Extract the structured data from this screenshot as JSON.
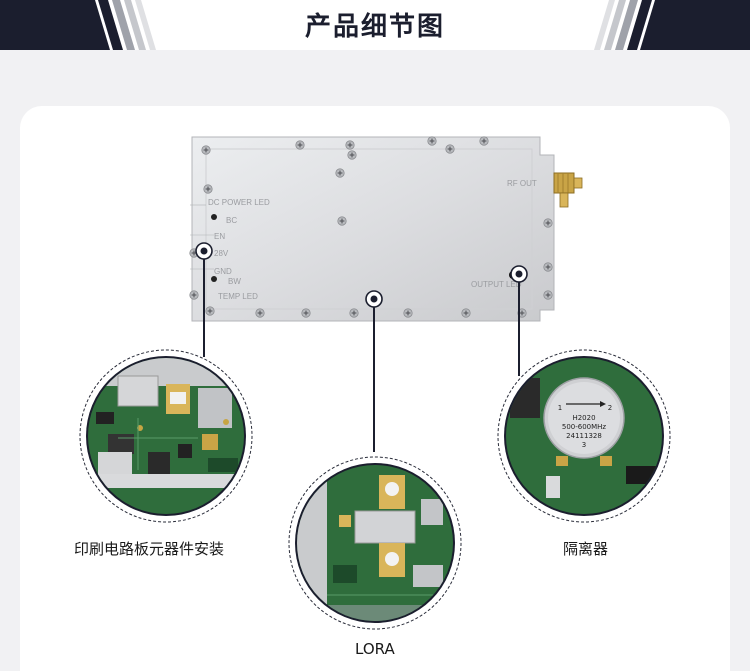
{
  "header": {
    "title": "产品细节图"
  },
  "device": {
    "labels": {
      "dc_power_led": "DC POWER LED",
      "bc": "BC",
      "en": "EN",
      "v28": "28V",
      "gnd": "GND",
      "bw": "BW",
      "temp_led": "TEMP LED",
      "rf_out": "RF OUT",
      "output_led": "OUTPUT LED"
    }
  },
  "details": [
    {
      "caption": "印刷电路板元器件安装"
    },
    {
      "caption": "LORA"
    },
    {
      "caption": "隔离器",
      "isolator_text": [
        "H2020",
        "500-600MHz",
        "24111328",
        "3"
      ],
      "port_1": "1",
      "port_2": "2"
    }
  ],
  "colors": {
    "header_dark": "#1b1e2e",
    "device_silver": "#dcdde0",
    "pcb_green": "#2f6d3c",
    "background": "#f1f1f3"
  }
}
